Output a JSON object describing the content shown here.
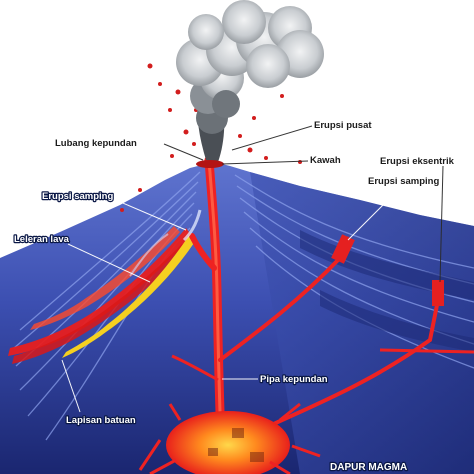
{
  "labels": {
    "lubang_kepundan": "Lubang kepundan",
    "erupsi_pusat": "Erupsi pusat",
    "kawah": "Kawah",
    "erupsi_eksentrik": "Erupsi eksentrik",
    "erupsi_samping_left": "Erupsi samping",
    "erupsi_samping_right": "Erupsi samping",
    "leleran_lava": "Leleran lava",
    "pipa_kepundan": "Pipa kepundan",
    "lapisan_batuan": "Lapisan batuan",
    "dapur_magma": "DAPUR MAGMA"
  },
  "colors": {
    "mountain": "#3c4fb1",
    "mountain_dark": "#1c2a78",
    "magma": "#ee2222",
    "lava_yellow": "#f5d020",
    "smoke": "#cfd3d6"
  }
}
